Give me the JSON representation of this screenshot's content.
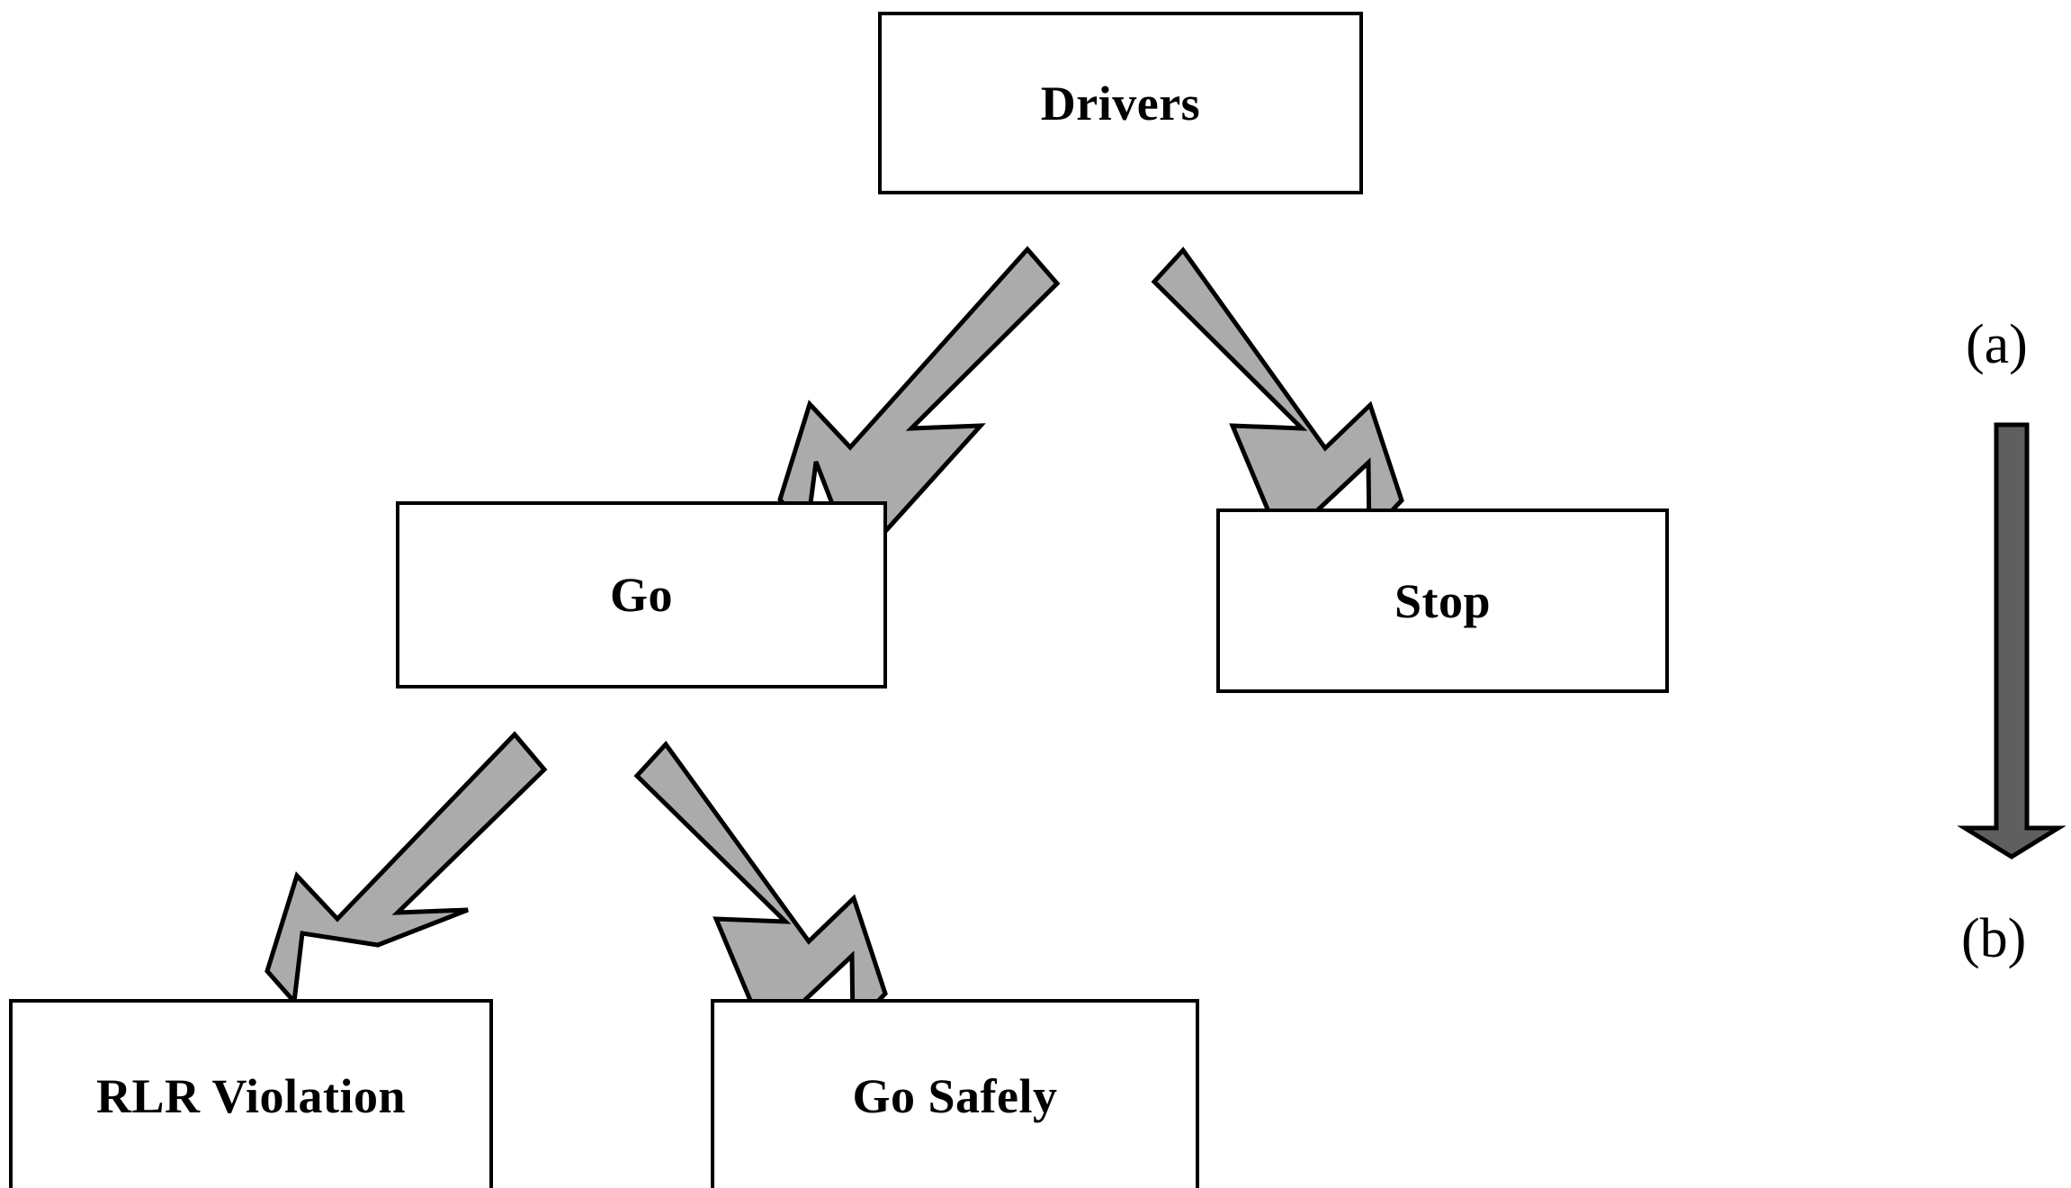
{
  "figure": {
    "type": "flowchart-decision-tree",
    "background_color": "#FFFFFF",
    "box_border_color": "#000000",
    "box_fill_color": "#FFFFFF",
    "arrow_fill_color": "#ABABAB",
    "arrow_stroke_color": "#000000",
    "panel_arrow_color": "#5F5F5F"
  },
  "nodes": [
    {
      "id": "drivers",
      "label": "Drivers",
      "level": 0
    },
    {
      "id": "go",
      "label": "Go",
      "level": 1
    },
    {
      "id": "stop",
      "label": "Stop",
      "level": 1
    },
    {
      "id": "rlr_violation",
      "label": "RLR Violation",
      "level": 2
    },
    {
      "id": "go_safely",
      "label": "Go Safely",
      "level": 2
    }
  ],
  "edges": [
    {
      "id": "edge-drivers-go",
      "from": "Drivers",
      "to": "Go",
      "direction": "down-left"
    },
    {
      "id": "edge-drivers-stop",
      "from": "Drivers",
      "to": "Stop",
      "direction": "down-right"
    },
    {
      "id": "edge-go-rlr",
      "from": "Go",
      "to": "RLR Violation",
      "direction": "down-left"
    },
    {
      "id": "edge-go-safely",
      "from": "Go",
      "to": "Go Safely",
      "direction": "down-right"
    }
  ],
  "panel_labels": {
    "upper": "(a)",
    "lower": "(b)"
  },
  "panel_arrow": {
    "name": "downward-progression-arrow",
    "direction": "down"
  }
}
